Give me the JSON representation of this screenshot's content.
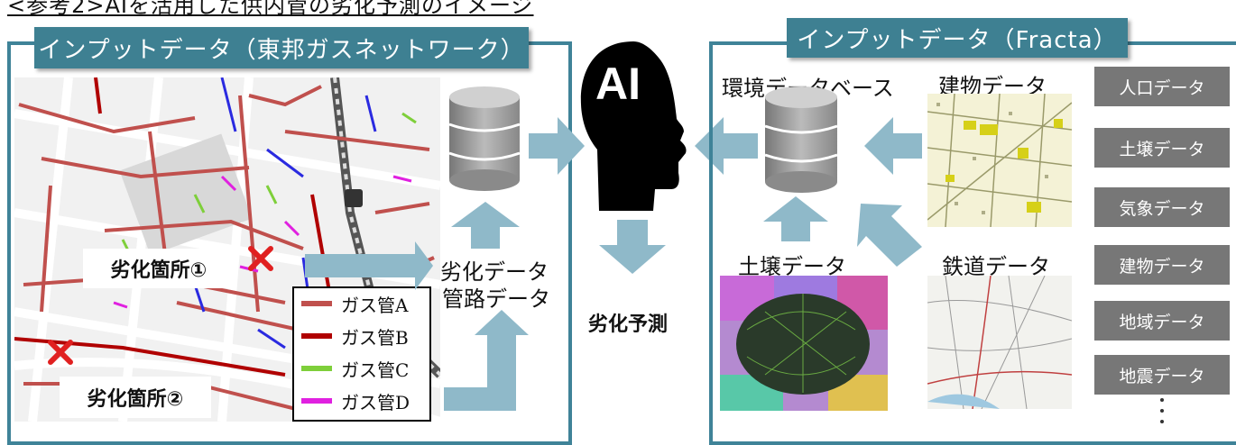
{
  "page_title": "<参考2>AIを活用した供内管の劣化予測のイメージ",
  "left_panel": {
    "header": "インプットデータ（東邦ガスネットワーク）",
    "callout_1": "劣化箇所①",
    "callout_2": "劣化箇所②",
    "legend": [
      {
        "label": "ガス管A",
        "color": "#c0504d"
      },
      {
        "label": "ガス管B",
        "color": "#b00000"
      },
      {
        "label": "ガス管C",
        "color": "#7ecf3a"
      },
      {
        "label": "ガス管D",
        "color": "#e020e0"
      }
    ]
  },
  "middle": {
    "deterioration_data_label": "劣化データ",
    "pipe_data_label": "管路データ",
    "ai_label": "AI",
    "prediction_label": "劣化予測"
  },
  "right_panel": {
    "header": "インプットデータ（Fracta）",
    "env_db_label": "環境データベース",
    "building_data_label": "建物データ",
    "soil_data_label": "土壌データ",
    "railway_data_label": "鉄道データ",
    "side_items": [
      "人口データ",
      "土壌データ",
      "気象データ",
      "建物データ",
      "地域データ",
      "地震データ"
    ]
  },
  "colors": {
    "accent": "#3e8092",
    "arrow": "#8fb9c9",
    "side_button": "#777777",
    "mark": "#e02020"
  }
}
